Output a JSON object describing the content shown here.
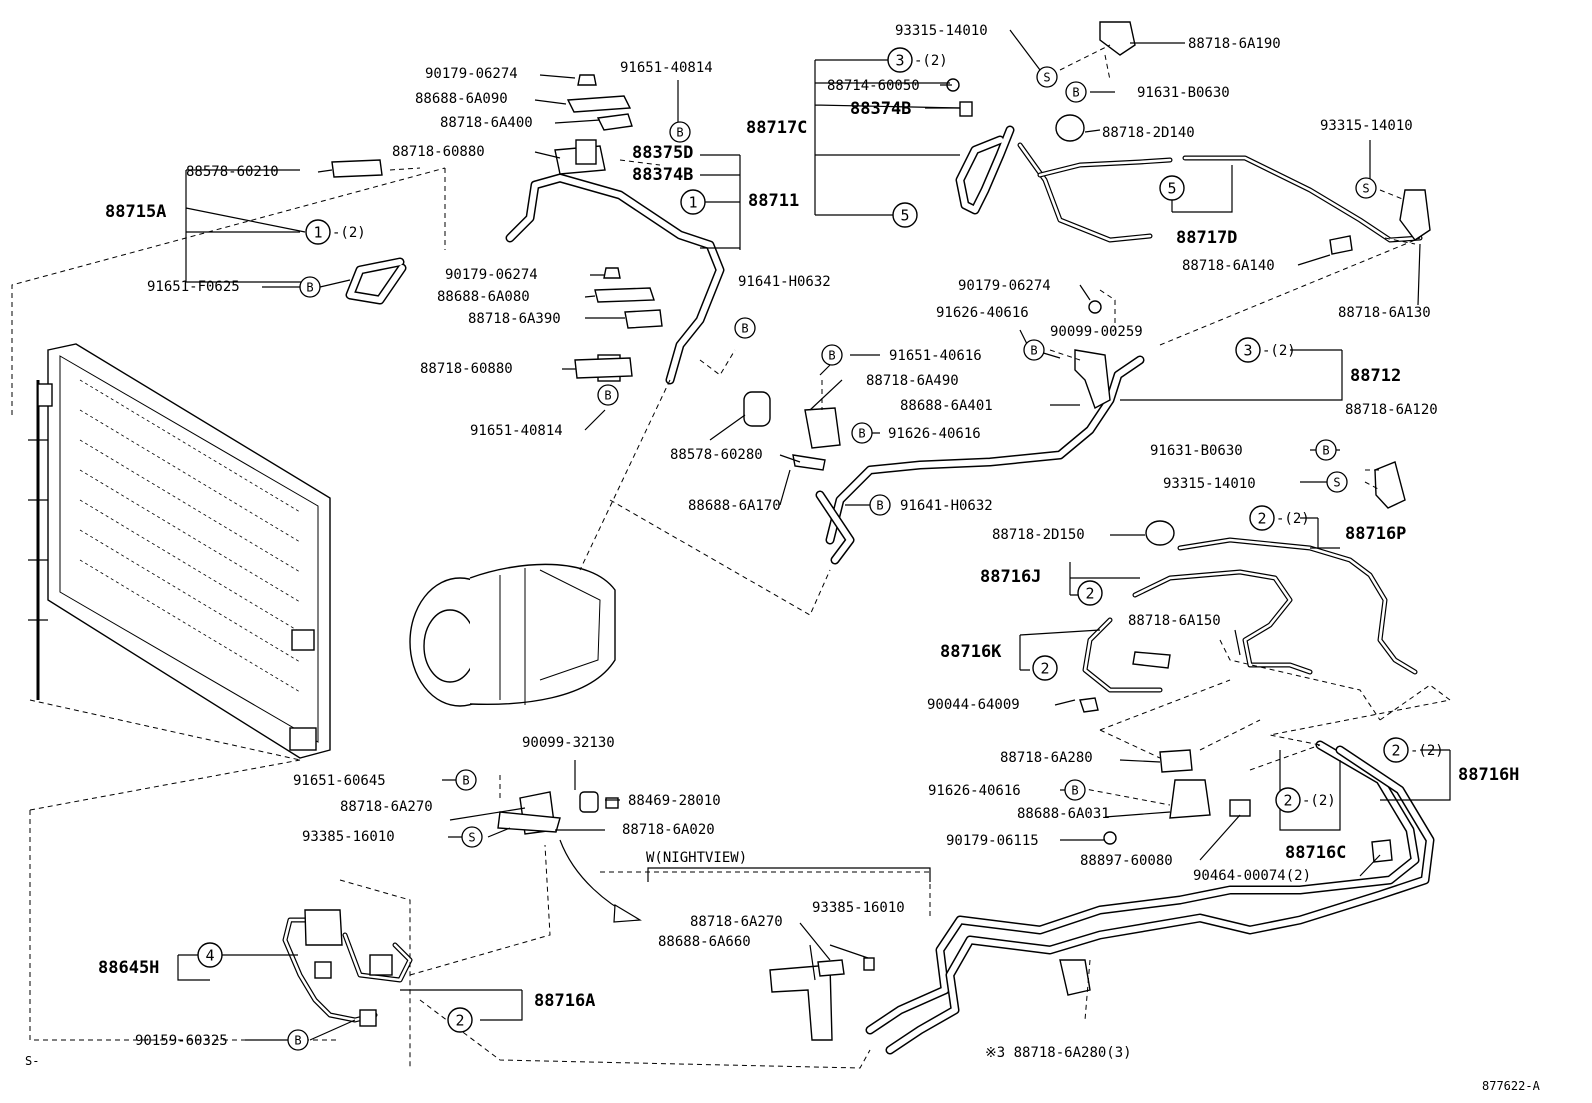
{
  "diagram": {
    "figure_id": "877622-A",
    "corner_mark": "S-",
    "section_label": "W(NIGHTVIEW)",
    "bottom_note": "※3 88718-6A280(3)"
  },
  "labels": [
    {
      "id": "l1",
      "text": "90179-06274"
    },
    {
      "id": "l2",
      "text": "91651-40814"
    },
    {
      "id": "l3",
      "text": "88688-6A090"
    },
    {
      "id": "l4",
      "text": "88718-6A400"
    },
    {
      "id": "l5",
      "text": "88718-60880"
    },
    {
      "id": "l6",
      "text": "88578-60210"
    },
    {
      "id": "l7",
      "text": "91651-F0625"
    },
    {
      "id": "l8",
      "text": "90179-06274"
    },
    {
      "id": "l9",
      "text": "88688-6A080"
    },
    {
      "id": "l10",
      "text": "88718-6A390"
    },
    {
      "id": "l11",
      "text": "91641-H0632"
    },
    {
      "id": "l12",
      "text": "88718-60880"
    },
    {
      "id": "l13",
      "text": "91651-40814"
    },
    {
      "id": "l14",
      "text": "93315-14010"
    },
    {
      "id": "l15",
      "text": "88718-6A190"
    },
    {
      "id": "l16",
      "text": "91631-B0630"
    },
    {
      "id": "l17",
      "text": "88714-60050"
    },
    {
      "id": "l18",
      "text": "88718-2D140"
    },
    {
      "id": "l19",
      "text": "93315-14010"
    },
    {
      "id": "l20",
      "text": "88718-6A140"
    },
    {
      "id": "l21",
      "text": "88718-6A130"
    },
    {
      "id": "l22",
      "text": "90179-06274"
    },
    {
      "id": "l23",
      "text": "91626-40616"
    },
    {
      "id": "l24",
      "text": "90099-00259"
    },
    {
      "id": "l25",
      "text": "91651-40616"
    },
    {
      "id": "l26",
      "text": "88718-6A490"
    },
    {
      "id": "l27",
      "text": "88688-6A401"
    },
    {
      "id": "l28",
      "text": "91626-40616"
    },
    {
      "id": "l29",
      "text": "88578-60280"
    },
    {
      "id": "l30",
      "text": "88688-6A170"
    },
    {
      "id": "l31",
      "text": "91641-H0632"
    },
    {
      "id": "l32",
      "text": "88718-6A120"
    },
    {
      "id": "l33",
      "text": "91631-B0630"
    },
    {
      "id": "l34",
      "text": "93315-14010"
    },
    {
      "id": "l35",
      "text": "88718-2D150"
    },
    {
      "id": "l36",
      "text": "88718-6A150"
    },
    {
      "id": "l37",
      "text": "90044-64009"
    },
    {
      "id": "l38",
      "text": "90099-32130"
    },
    {
      "id": "l39",
      "text": "91651-60645"
    },
    {
      "id": "l40",
      "text": "88469-28010"
    },
    {
      "id": "l41",
      "text": "88718-6A270"
    },
    {
      "id": "l42",
      "text": "88718-6A020"
    },
    {
      "id": "l43",
      "text": "93385-16010"
    },
    {
      "id": "l44",
      "text": "88718-6A280"
    },
    {
      "id": "l45",
      "text": "91626-40616"
    },
    {
      "id": "l46",
      "text": "88688-6A031"
    },
    {
      "id": "l47",
      "text": "90179-06115"
    },
    {
      "id": "l48",
      "text": "88897-60080"
    },
    {
      "id": "l49",
      "text": "90464-00074(2)"
    },
    {
      "id": "l50",
      "text": "88718-6A270"
    },
    {
      "id": "l51",
      "text": "93385-16010"
    },
    {
      "id": "l52",
      "text": "88688-6A660"
    },
    {
      "id": "l53",
      "text": "90159-60325"
    }
  ],
  "assemblies": [
    {
      "id": "a1",
      "text": "88715A"
    },
    {
      "id": "a2",
      "text": "88375D"
    },
    {
      "id": "a3",
      "text": "88374B"
    },
    {
      "id": "a4",
      "text": "88711"
    },
    {
      "id": "a5",
      "text": "88717C"
    },
    {
      "id": "a6",
      "text": "88374B"
    },
    {
      "id": "a7",
      "text": "88717D"
    },
    {
      "id": "a8",
      "text": "88712"
    },
    {
      "id": "a9",
      "text": "88716P"
    },
    {
      "id": "a10",
      "text": "88716J"
    },
    {
      "id": "a11",
      "text": "88716K"
    },
    {
      "id": "a12",
      "text": "88716H"
    },
    {
      "id": "a13",
      "text": "88716C"
    },
    {
      "id": "a14",
      "text": "88645H"
    },
    {
      "id": "a15",
      "text": "88716A"
    }
  ],
  "markers": [
    {
      "id": "m1",
      "symbol": "B"
    },
    {
      "id": "m2",
      "symbol": "B"
    },
    {
      "id": "m3",
      "symbol": "B"
    },
    {
      "id": "m4",
      "symbol": "B"
    },
    {
      "id": "m5",
      "symbol": "S"
    },
    {
      "id": "m6",
      "symbol": "B"
    },
    {
      "id": "m7",
      "symbol": "S"
    },
    {
      "id": "m8",
      "symbol": "B"
    },
    {
      "id": "m9",
      "symbol": "B"
    },
    {
      "id": "m10",
      "symbol": "B"
    },
    {
      "id": "m11",
      "symbol": "B"
    },
    {
      "id": "m12",
      "symbol": "B"
    },
    {
      "id": "m13",
      "symbol": "S"
    },
    {
      "id": "m14",
      "symbol": "B"
    },
    {
      "id": "m15",
      "symbol": "S"
    },
    {
      "id": "m16",
      "symbol": "B"
    },
    {
      "id": "m17",
      "symbol": "B"
    }
  ],
  "callouts": [
    {
      "id": "c1",
      "num": "1",
      "qty": "-(2)"
    },
    {
      "id": "c2",
      "num": "1",
      "qty": ""
    },
    {
      "id": "c3",
      "num": "3",
      "qty": "-(2)"
    },
    {
      "id": "c4",
      "num": "5",
      "qty": ""
    },
    {
      "id": "c5",
      "num": "5",
      "qty": ""
    },
    {
      "id": "c6",
      "num": "3",
      "qty": "-(2)"
    },
    {
      "id": "c7",
      "num": "2",
      "qty": "-(2)"
    },
    {
      "id": "c8",
      "num": "2",
      "qty": ""
    },
    {
      "id": "c9",
      "num": "2",
      "qty": ""
    },
    {
      "id": "c10",
      "num": "2",
      "qty": "-(2)"
    },
    {
      "id": "c11",
      "num": "2",
      "qty": "-(2)"
    },
    {
      "id": "c12",
      "num": "4",
      "qty": ""
    },
    {
      "id": "c13",
      "num": "2",
      "qty": ""
    }
  ]
}
